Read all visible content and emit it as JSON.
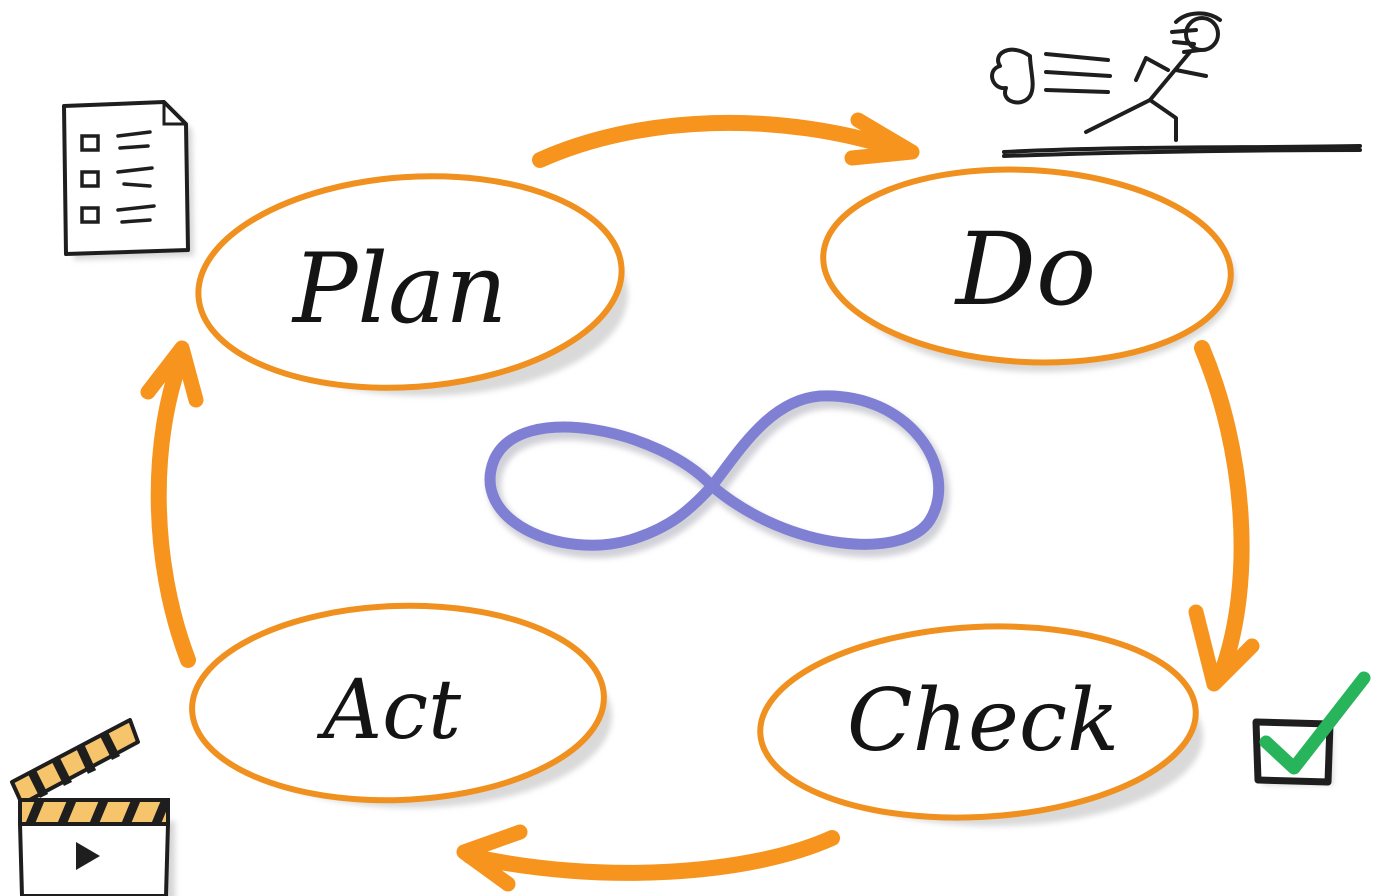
{
  "diagram": {
    "stages": [
      {
        "id": "plan",
        "label": "Plan",
        "icon": "checklist-icon"
      },
      {
        "id": "do",
        "label": "Do",
        "icon": "running-person-icon"
      },
      {
        "id": "check",
        "label": "Check",
        "icon": "checkbox-checked-icon"
      },
      {
        "id": "act",
        "label": "Act",
        "icon": "clapperboard-icon"
      }
    ],
    "center_symbol": "infinity-icon",
    "flow": [
      "plan",
      "do",
      "check",
      "act",
      "plan"
    ],
    "colors": {
      "ellipse_stroke": "#f0901e",
      "arrow": "#f7941d",
      "ellipse_shadow": "#d9d9d9",
      "infinity": "#7f80d4",
      "label": "#141414",
      "check_mark": "#27b45a",
      "ink": "#1e1e1e"
    }
  }
}
